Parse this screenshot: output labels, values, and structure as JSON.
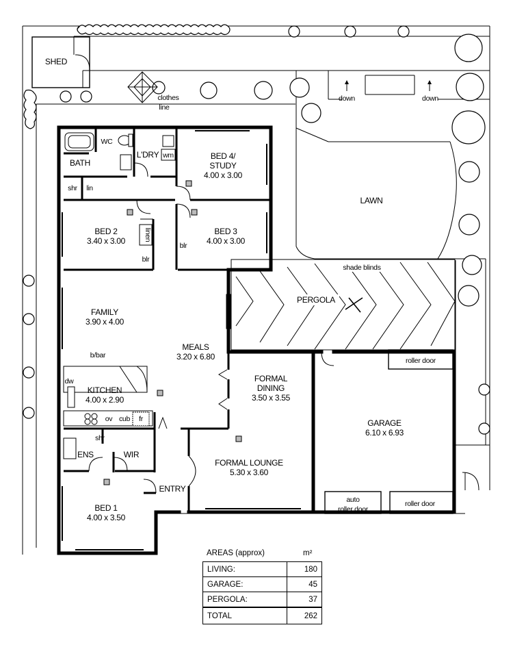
{
  "rooms": {
    "shed": "SHED",
    "clothes_line": [
      "clothes",
      "line"
    ],
    "down_1": "down",
    "down_2": "down",
    "lawn": "LAWN",
    "bath": "BATH",
    "wc": "WC",
    "ldry": "L'DRY",
    "wm": "wm",
    "shr_bath": "shr",
    "lin_bath": "lin",
    "bed4": [
      "BED 4/",
      "STUDY",
      "4.00 x 3.00"
    ],
    "bed2": [
      "BED 2",
      "3.40 x 3.00"
    ],
    "linen": "linen",
    "blr_bed2": "blr",
    "bed3": [
      "BED 3",
      "4.00 x 3.00"
    ],
    "blr_bed3": "blr",
    "shade_blinds": "shade blinds",
    "pergola": "PERGOLA",
    "family": [
      "FAMILY",
      "3.90 x 4.00"
    ],
    "meals": [
      "MEALS",
      "3.20 x 6.80"
    ],
    "bbar": "b/bar",
    "dw": "dw",
    "kitchen": [
      "KITCHEN",
      "4.00 x 2.90"
    ],
    "ov": "ov",
    "cub": "cub",
    "fr": "fr",
    "formal_dining": [
      "FORMAL",
      "DINING",
      "3.50 x 3.55"
    ],
    "roller_door_top": "roller door",
    "garage": [
      "GARAGE",
      "6.10 x 6.93"
    ],
    "shr_ens": "shr",
    "ens": "ENS",
    "wir": "WIR",
    "formal_lounge": [
      "FORMAL LOUNGE",
      "5.30 x 3.60"
    ],
    "entry": "ENTRY",
    "bed1": [
      "BED 1",
      "4.00 x 3.50"
    ],
    "auto_roller_door": [
      "auto",
      "roller door"
    ],
    "roller_door_bottom": "roller door"
  },
  "areas": {
    "title": "AREAS (approx)",
    "unit": "m²",
    "rows": [
      {
        "label": "LIVING:",
        "value": "180"
      },
      {
        "label": "GARAGE:",
        "value": "45"
      },
      {
        "label": "PERGOLA:",
        "value": "37"
      }
    ],
    "total": {
      "label": "TOTAL",
      "value": "262"
    }
  }
}
